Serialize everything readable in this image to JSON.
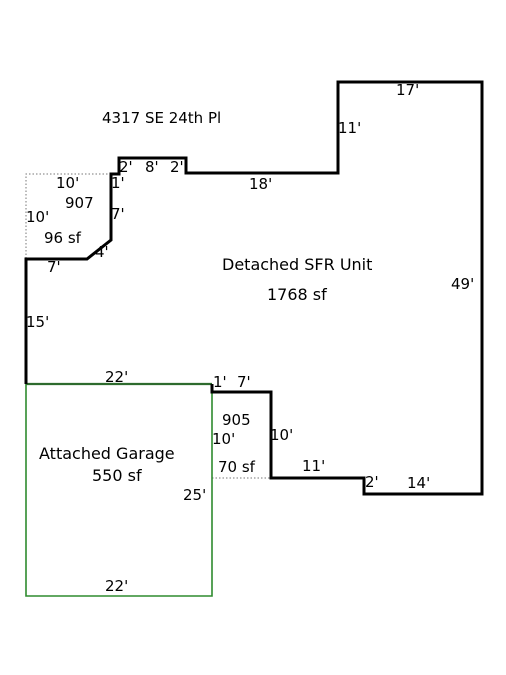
{
  "address": "4317 SE 24th Pl",
  "areas": {
    "main": {
      "name": "Detached SFR Unit",
      "area": "1768 sf"
    },
    "garage": {
      "name": "Attached Garage",
      "area": "550 sf"
    },
    "addition_907": {
      "code": "907",
      "area": "96 sf"
    },
    "addition_905": {
      "code": "905",
      "area": "70 sf"
    }
  },
  "dimensions": {
    "main_top": "17'",
    "main_upper_left_wall": "11'",
    "main_right": "49'",
    "main_step_18": "18'",
    "main_step_2_left": "2'",
    "main_step_8": "8'",
    "main_step_2_right": "2'",
    "main_step_1": "1'",
    "main_step_7_vertical": "7'",
    "main_diag_4": "4'",
    "main_step_7_horizontal": "7'",
    "main_left_15": "15'",
    "main_bottom_22": "22'",
    "main_bottom_1": "1'",
    "main_bottom_7": "7'",
    "main_notch_10": "10'",
    "main_bottom_11": "11'",
    "main_bottom_2": "2'",
    "main_bottom_14": "14'",
    "a907_top": "10'",
    "a907_left": "10'",
    "a905_left": "10'",
    "garage_right": "25'",
    "garage_bottom": "22'"
  }
}
